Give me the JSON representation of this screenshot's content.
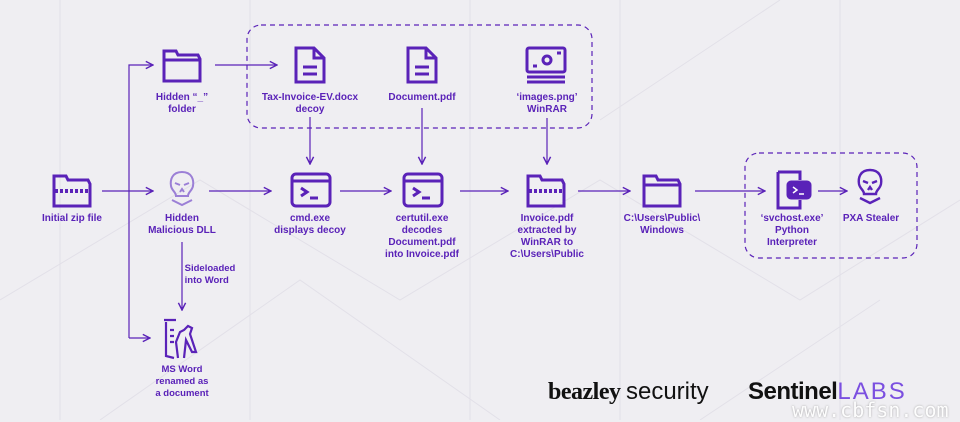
{
  "colors": {
    "accent": "#5a22b8",
    "accent_light": "#9b7fd6",
    "background": "#efeef2"
  },
  "nodes": {
    "zip": {
      "label": "Initial zip file",
      "icon": "zip-folder-icon"
    },
    "hidden_folder": {
      "label": "Hidden “_”\nfolder",
      "icon": "folder-icon"
    },
    "dll": {
      "label": "Hidden\nMalicious DLL",
      "icon": "skull-icon"
    },
    "msword": {
      "label": "MS Word\nrenamed as\na document",
      "icon": "trojan-horse-document-icon"
    },
    "tax": {
      "label": "Tax-Invoice-EV.docx\ndecoy",
      "icon": "document-icon"
    },
    "docpdf": {
      "label": "Document.pdf",
      "icon": "document-icon"
    },
    "images": {
      "label": "‘images.png’\nWinRAR",
      "icon": "image-icon"
    },
    "cmd": {
      "label": "cmd.exe\ndisplays decoy",
      "icon": "terminal-icon"
    },
    "certutil": {
      "label": "certutil.exe\ndecodes\nDocument.pdf\ninto Invoice.pdf",
      "icon": "terminal-icon"
    },
    "invoice": {
      "label": "Invoice.pdf\nextracted by\nWinRAR to\nC:\\Users\\Public",
      "icon": "zip-folder-icon"
    },
    "public_windows": {
      "label": "C:\\Users\\Public\\\nWindows",
      "icon": "folder-icon"
    },
    "svchost": {
      "label": "‘svchost.exe’\nPython\nInterpreter",
      "icon": "python-terminal-icon"
    },
    "pxa": {
      "label": "PXA Stealer",
      "icon": "skull-icon"
    }
  },
  "edge_labels": {
    "sideloaded": "Sideloaded\ninto Word"
  },
  "logos": {
    "beazley_main": "beazley",
    "beazley_sub": "security",
    "sentinel_main": "Sentinel",
    "sentinel_sub": "LABS"
  },
  "watermark": "www.cbfsn.com"
}
